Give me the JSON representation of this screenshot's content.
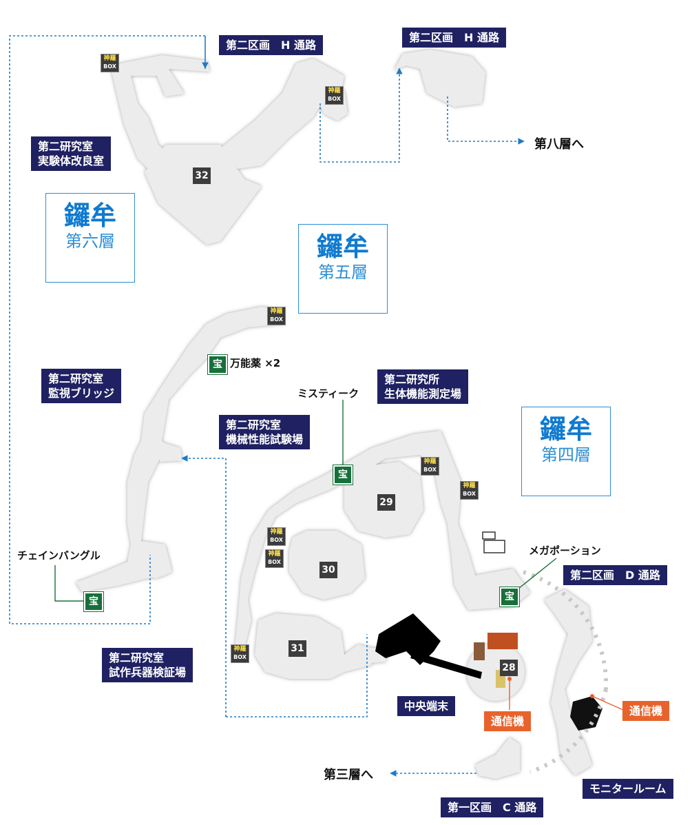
{
  "floors": {
    "sixth": {
      "title": "鑼牟",
      "subtitle": "第六層"
    },
    "fifth": {
      "title": "鑼牟",
      "subtitle": "第五層"
    },
    "fourth": {
      "title": "鑼牟",
      "subtitle": "第四層"
    }
  },
  "area_labels": {
    "h_passage_1": "第二区画　H 通路",
    "h_passage_2": "第二区画　H 通路",
    "exp_lab": "第二研究室\n実験体改良室",
    "monitor_bridge": "第二研究室\n監視ブリッジ",
    "mech_lab": "第二研究室\n機械性能試験場",
    "bio_lab": "第二研究所\n生体機能測定場",
    "d_passage": "第二区画　D 通路",
    "prototype_lab": "第二研究室\n試作兵器検証場",
    "central_terminal": "中央端末",
    "monitor_room": "モニタールーム",
    "c_passage": "第一区画　C 通路"
  },
  "exits": {
    "to_eighth": "第八層へ",
    "to_third": "第三層へ"
  },
  "items": {
    "elixir": "万能薬 ×2",
    "mystic": "ミスティーク",
    "chain_bangle": "チェインバングル",
    "mega_potion": "メガポーション"
  },
  "comms": {
    "comm1": "通信機",
    "comm2": "通信機"
  },
  "icons": {
    "box_line1": "神羅",
    "box_line2": "BOX",
    "treasure": "宝"
  },
  "rooms": {
    "r32": "32",
    "r29": "29",
    "r30": "30",
    "r31": "31",
    "r28": "28"
  },
  "colors": {
    "label_bg": "#1f2162",
    "accent_blue": "#0f7ad0",
    "route_line": "#1f7ac4",
    "comm_orange": "#e8632c",
    "treasure_green": "#17703a",
    "floor_fill": "#ececec"
  }
}
